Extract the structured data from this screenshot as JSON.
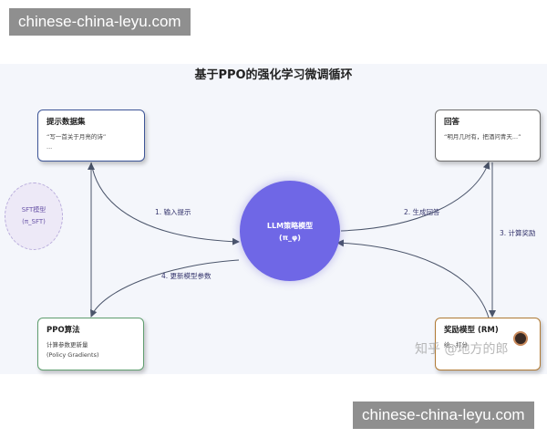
{
  "watermark": {
    "text": "chinese-china-leyu.com"
  },
  "diagram": {
    "title": "基于PPO的强化学习微调循环",
    "nodes": {
      "prompt_dataset": {
        "title": "提示数据集",
        "line1": "“写一首关于月亮的诗”",
        "line2": "..."
      },
      "answer": {
        "title": "回答",
        "line1": "“明月几时有，把酒问青天...”"
      },
      "ppo": {
        "title": "PPO算法",
        "line1": "计算参数更新量",
        "line2": "(Policy Gradients)"
      },
      "reward_model": {
        "title": "奖励模型 (RM)",
        "line1": "给…打分"
      },
      "sft": {
        "line1": "SFT模型",
        "line2": "(π_SFT)"
      },
      "llm": {
        "line1": "LLM策略模型",
        "line2": "(π_φ)"
      }
    },
    "edges": {
      "e1": "1. 输入提示",
      "e2": "2. 生成回答",
      "e3": "3. 计算奖励",
      "e4": "4. 更新模型参数"
    },
    "colors": {
      "llm_fill": "#6f67e6",
      "prompt_border": "#3e5698",
      "ppo_border": "#5f9e6f",
      "reward_border": "#b07a35",
      "sft_fill": "#ede9f7",
      "arrow": "#4b556b"
    }
  },
  "zhihu_watermark": "知乎 @地方的郎"
}
